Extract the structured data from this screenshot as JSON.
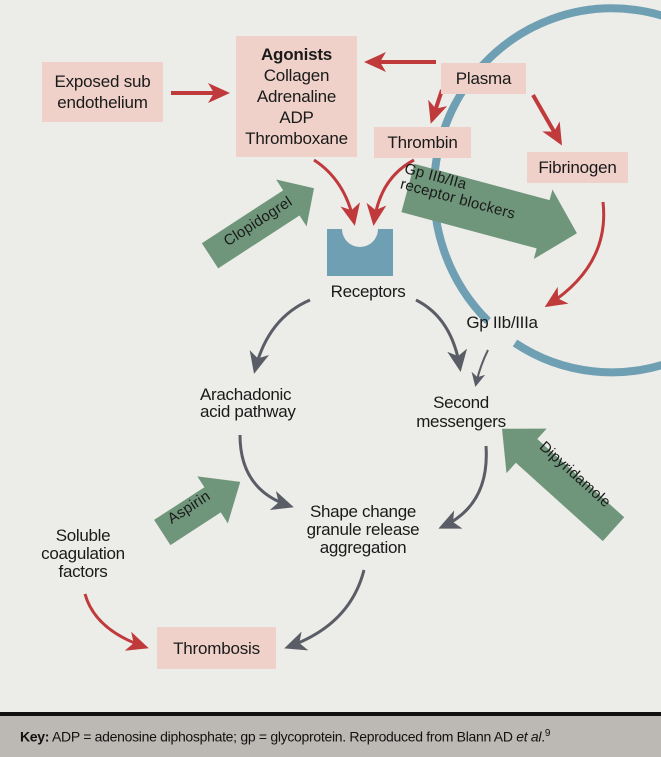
{
  "boxes": {
    "exposed": [
      "Exposed sub",
      "endothelium"
    ],
    "agonists": {
      "title": "Agonists",
      "items": [
        "Collagen",
        "Adrenaline",
        "ADP",
        "Thromboxane"
      ]
    },
    "plasma": "Plasma",
    "thrombin": "Thrombin",
    "fibrinogen": "Fibrinogen",
    "thrombosis": "Thrombosis"
  },
  "labels": {
    "receptors": "Receptors",
    "gp": "Gp IIb/IIIa",
    "arachidonic": [
      "Arachadonic",
      "acid pathway"
    ],
    "second": [
      "Second",
      "messengers"
    ],
    "shape": [
      "Shape change",
      "granule release",
      "aggregation"
    ],
    "soluble": [
      "Soluble",
      "coagulation",
      "factors"
    ]
  },
  "drugs": {
    "clopidogrel": "Clopidogrel",
    "gp_blockers": [
      "Gp IIb/IIa",
      "receptor blockers"
    ],
    "aspirin": "Aspirin",
    "dipyridamole": "Dipyridamole"
  },
  "colors": {
    "background": "#ecece8",
    "box": "#efd1c9",
    "red_arrow": "#c0393b",
    "grey_arrow": "#5a5d66",
    "green_arrow": "#6f967a",
    "membrane": "#6f9fb3",
    "footer": "#bcb8b3"
  },
  "footer": {
    "key_label": "Key:",
    "text": " ADP = adenosine diphosphate; gp = glycoprotein. Reproduced from Blann AD ",
    "etal": "et al",
    "period": ".",
    "ref": "9"
  }
}
